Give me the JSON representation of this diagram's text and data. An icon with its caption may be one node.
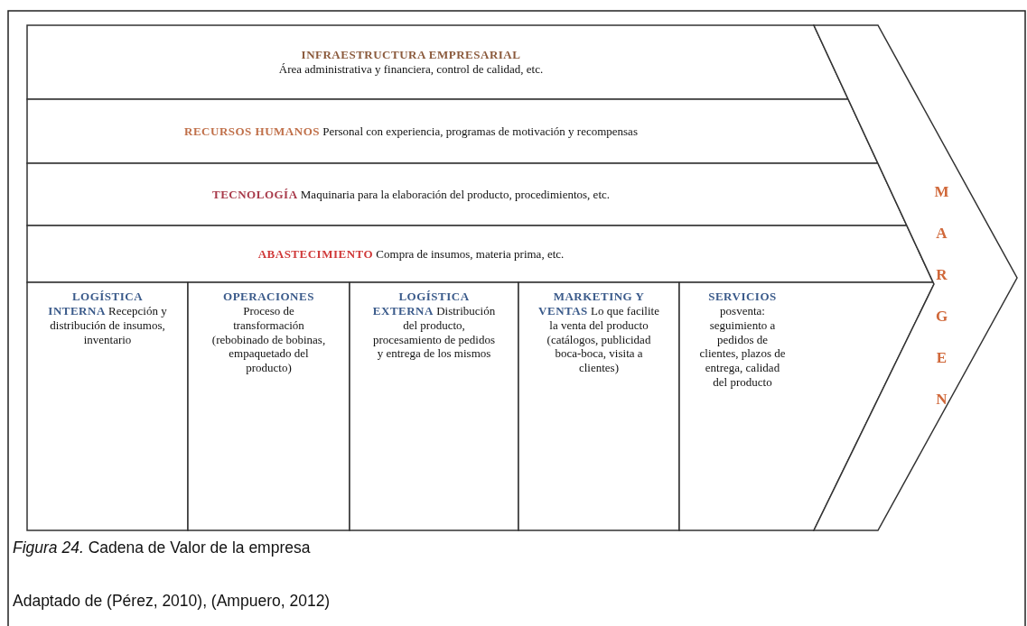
{
  "diagram": {
    "caption": "*Figura 24.* Cadena de Valor de la empresa",
    "nodes": [
      {
        "text": [
          "INFRAESTRUCTURA EMPRESARIAL",
          "Área administrativa y financiera, control de calidad, etc."
        ]
      },
      {
        "text": [
          "RECURSOS HUMANOS",
          "Personal con experiencia, programas de motivación y recompensas"
        ]
      },
      {
        "text": [
          "TECNOLOGÍA",
          "Maquinaria para la elaboración del producto, procedimientos, etc."
        ]
      },
      {
        "text": [
          "ABASTECIMIENTO",
          "Compra de insumos, materia prima, etc."
        ]
      },
      {
        "text": [
          "LOGÍSTICA INTERNA",
          "Recepción y distribución de insumos, inventario"
        ]
      },
      {
        "text": [
          "OPERACIONES",
          "Proceso de transformación (rebobinado de bobinas, empaquetado del producto)"
        ]
      },
      {
        "text": [
          "LOGÍSTICA EXTERNA",
          "Distribución del producto, procesamiento de pedidos y entrega de los mismos"
        ]
      },
      {
        "text": [
          "MARKETING Y VENTAS",
          "Lo que facilite la venta del producto (catálogos, publicidad boca-boca, visita a clientes)"
        ]
      },
      {
        "text": [
          "SERVICIOS",
          "posventa: seguimiento a pedidos de clientes, plazos de entrega, calidad del producto"
        ]
      },
      {
        "text": [
          "MARGEN"
        ]
      }
    ],
    "edges": [],
    "labels": [
      "Adaptado de (Pérez, 2010), (Ampuero, 2012)"
    ]
  }
}
